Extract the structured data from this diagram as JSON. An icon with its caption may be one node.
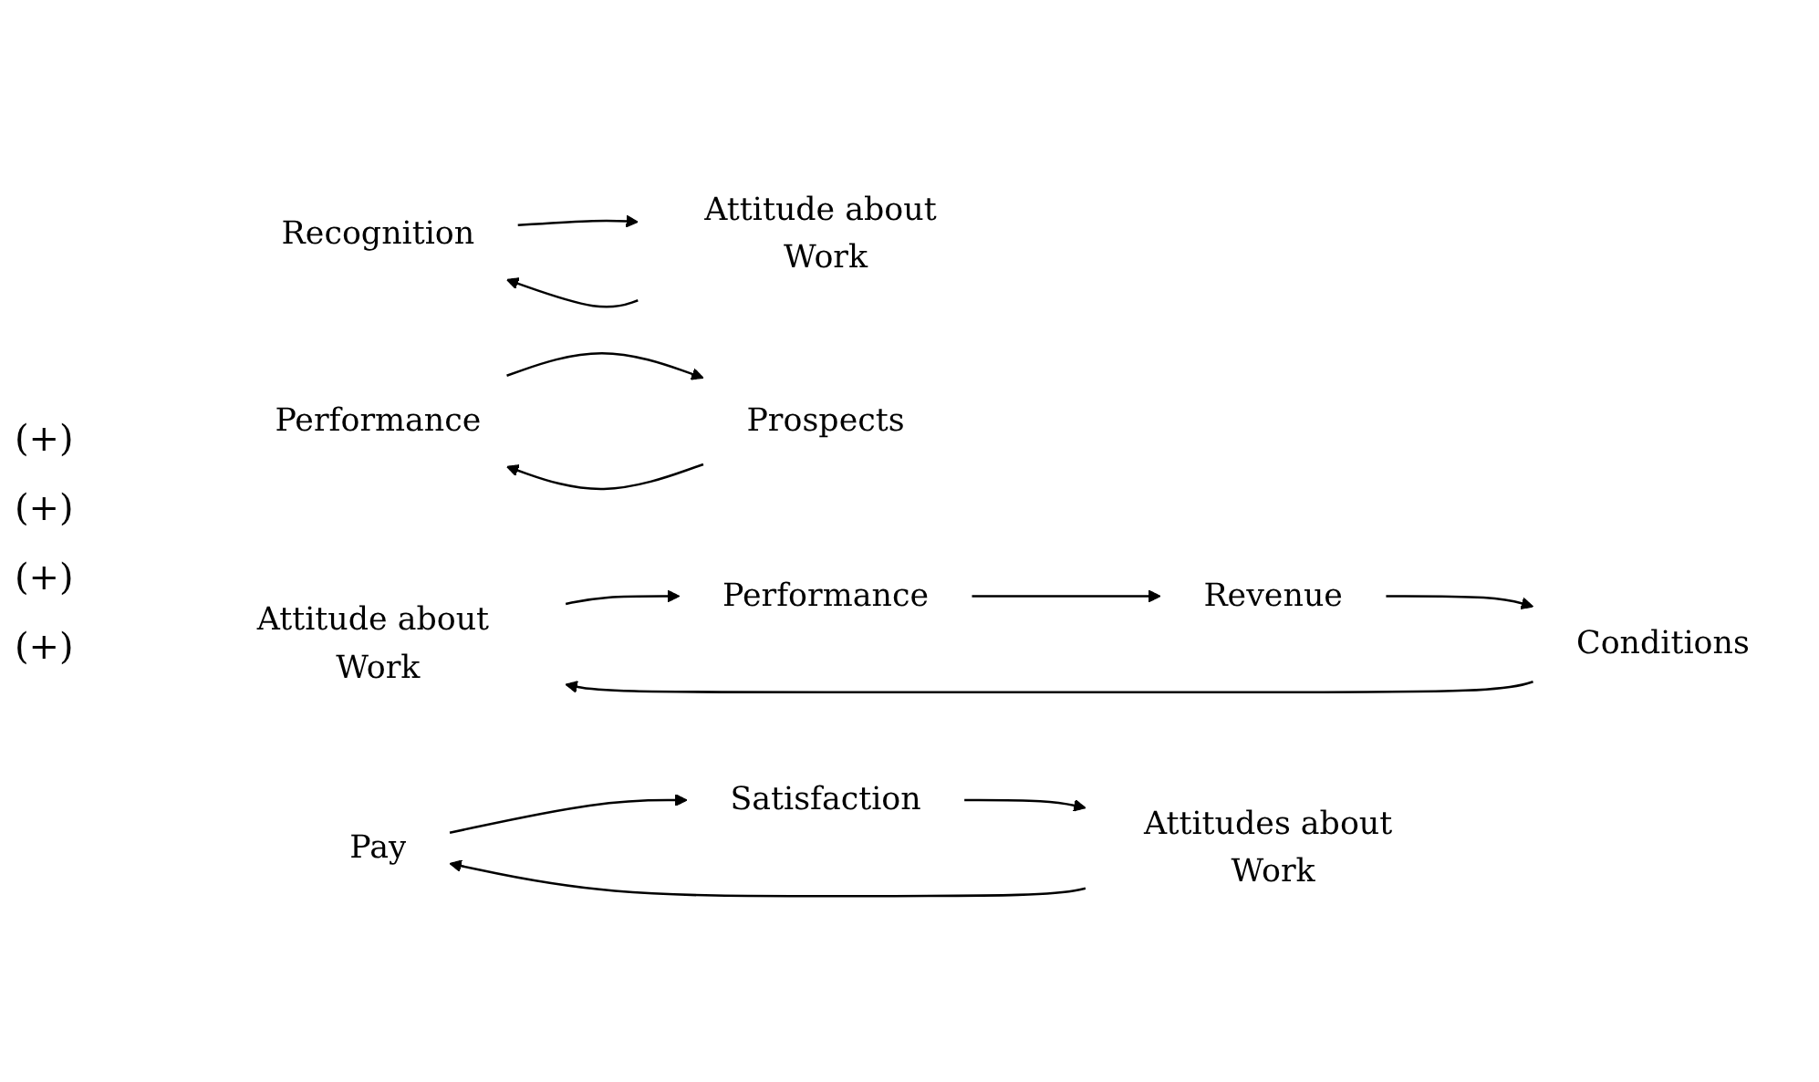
{
  "diagram": {
    "nodes": [
      {
        "text": [
          "Recognition"
        ]
      },
      {
        "text": [
          "Attitude about Work"
        ]
      },
      {
        "text": [
          "Performance"
        ]
      },
      {
        "text": [
          "Prospects"
        ]
      },
      {
        "text": [
          "Attitude about Work"
        ]
      },
      {
        "text": [
          "Performance"
        ]
      },
      {
        "text": [
          "Revenue"
        ]
      },
      {
        "text": [
          "Conditions"
        ]
      },
      {
        "text": [
          "Pay"
        ]
      },
      {
        "text": [
          "Satisfaction"
        ]
      },
      {
        "text": [
          "Attitudes about Work"
        ]
      }
    ],
    "edges": [
      {
        "from": 0,
        "to": 1,
        "arrow": "to"
      },
      {
        "from": 1,
        "to": 0,
        "arrow": "to"
      },
      {
        "from": 2,
        "to": 3,
        "arrow": "to"
      },
      {
        "from": 3,
        "to": 2,
        "arrow": "to"
      },
      {
        "from": 4,
        "to": 5,
        "arrow": "to"
      },
      {
        "from": 5,
        "to": 6,
        "arrow": "to"
      },
      {
        "from": 6,
        "to": 7,
        "arrow": "to"
      },
      {
        "from": 7,
        "to": 4,
        "arrow": "to"
      },
      {
        "from": 8,
        "to": 9,
        "arrow": "to"
      },
      {
        "from": 9,
        "to": 10,
        "arrow": "to"
      },
      {
        "from": 10,
        "to": 8,
        "arrow": "to"
      }
    ],
    "labels": [
      "(+)",
      "(+)",
      "(+)",
      "(+)"
    ]
  }
}
